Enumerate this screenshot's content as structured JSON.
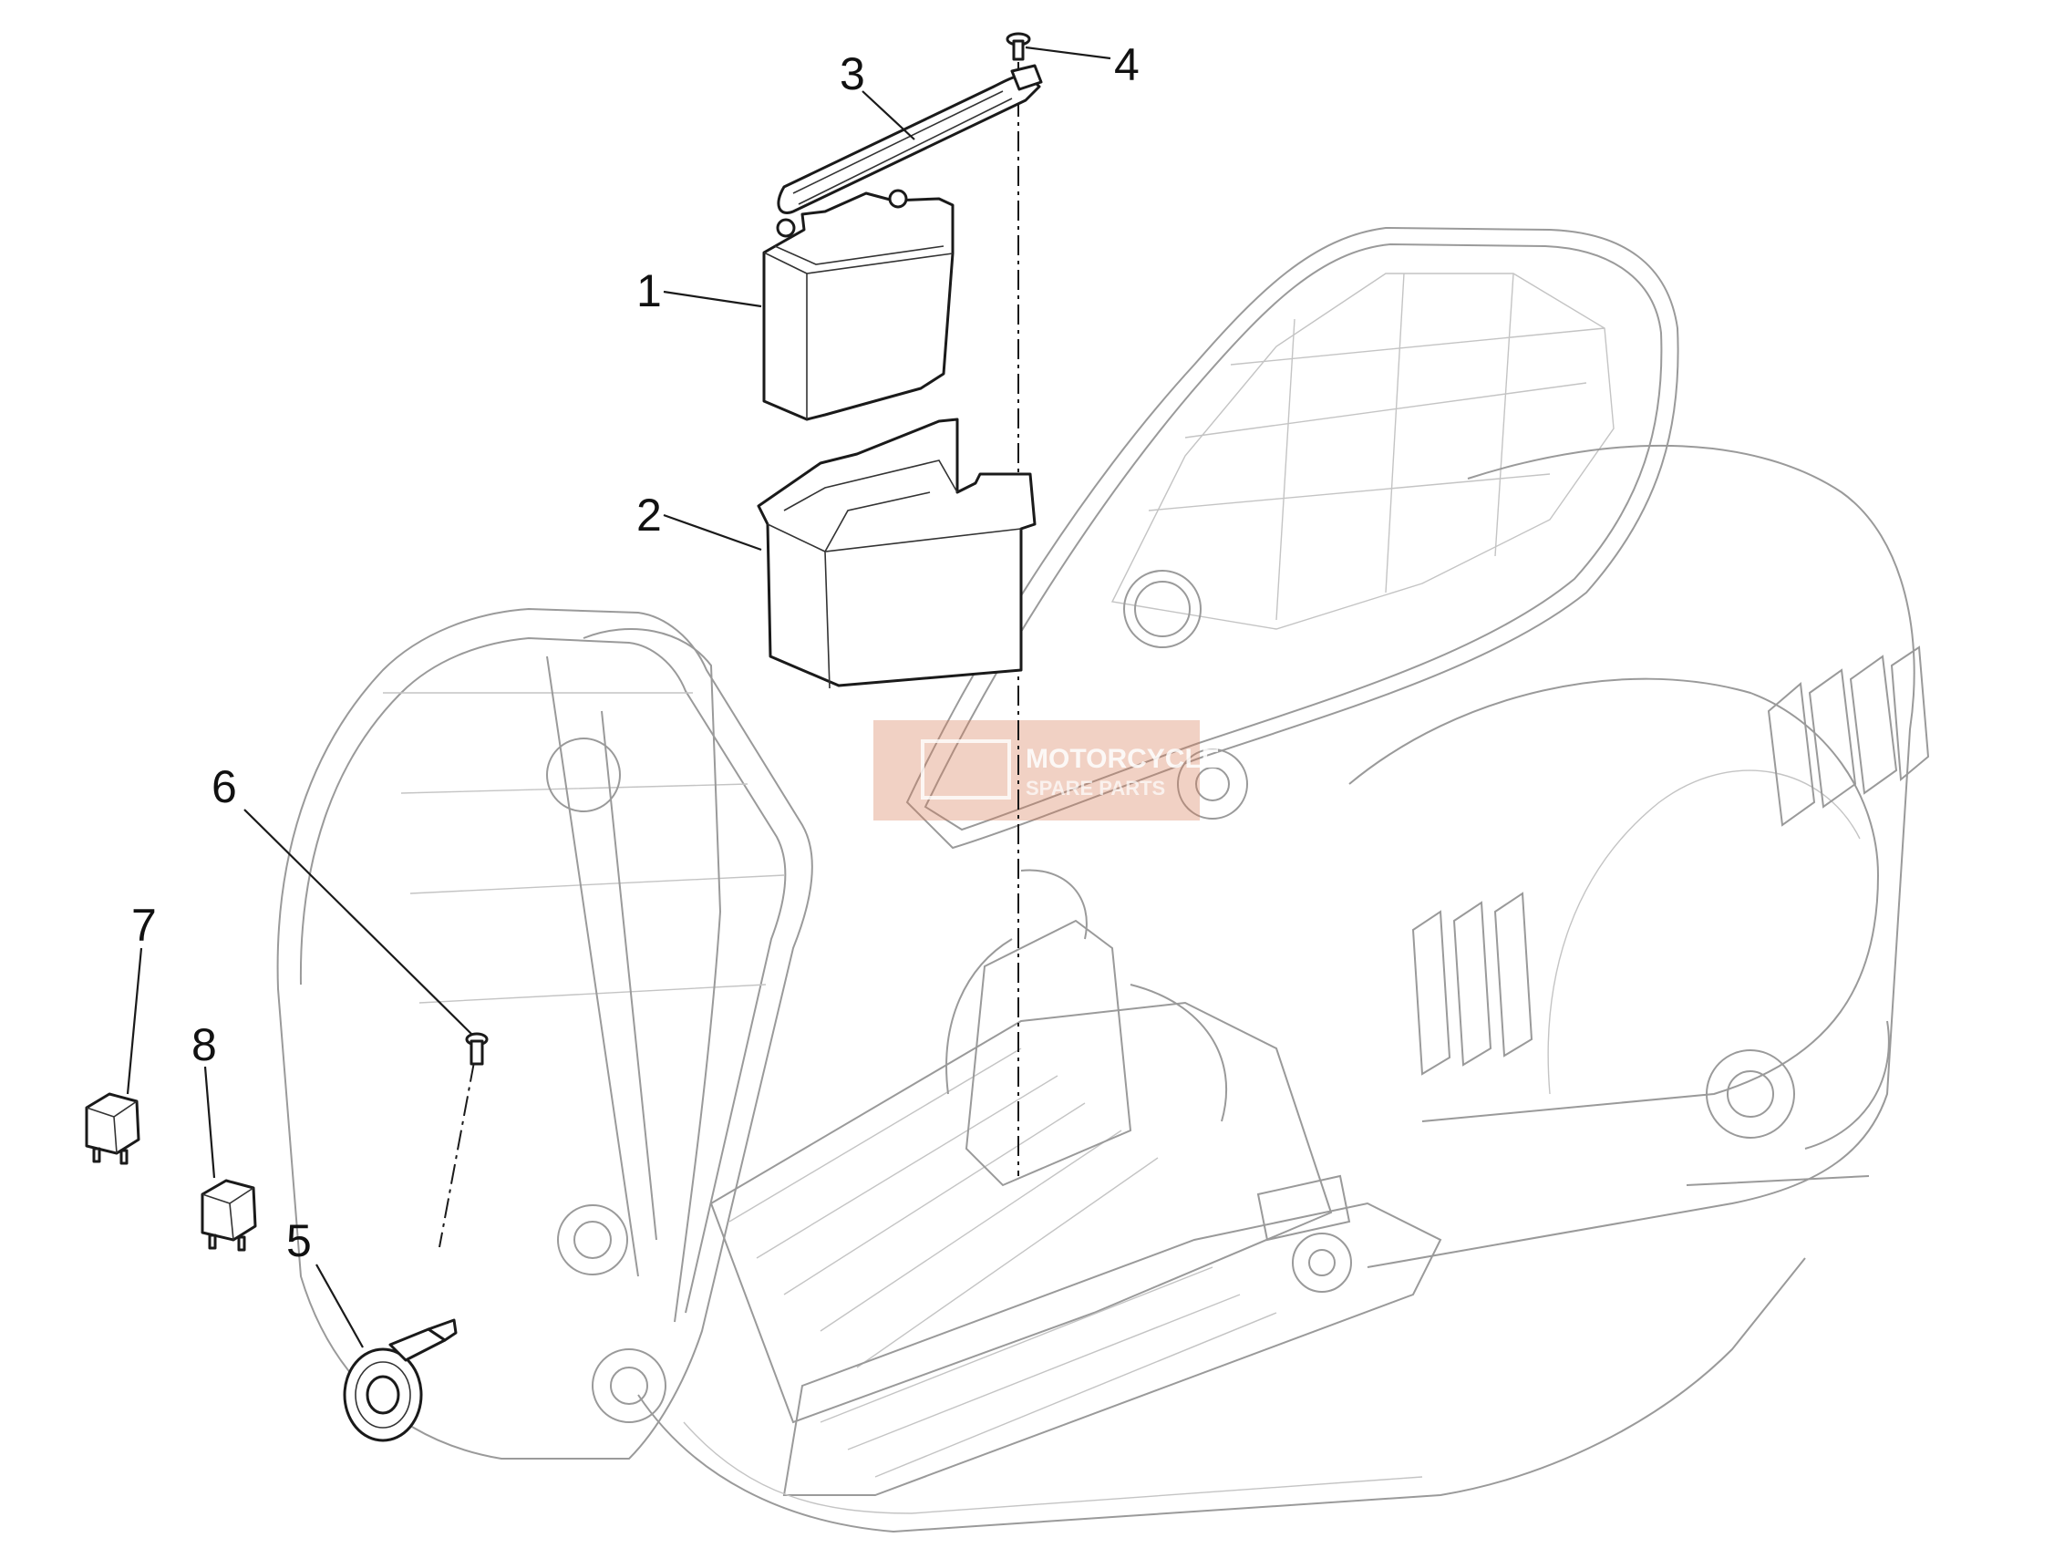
{
  "callouts": [
    {
      "id": "1",
      "label": "1"
    },
    {
      "id": "2",
      "label": "2"
    },
    {
      "id": "3",
      "label": "3"
    },
    {
      "id": "4",
      "label": "4"
    },
    {
      "id": "5",
      "label": "5"
    },
    {
      "id": "6",
      "label": "6"
    },
    {
      "id": "7",
      "label": "7"
    },
    {
      "id": "8",
      "label": "8"
    }
  ],
  "watermark": {
    "line1": "MOTORCYCLE",
    "line2": "SPARE PARTS"
  },
  "colors": {
    "line": "#1a1a1a",
    "ghost": "#9a9a9a",
    "watermark": "#d87a55"
  }
}
